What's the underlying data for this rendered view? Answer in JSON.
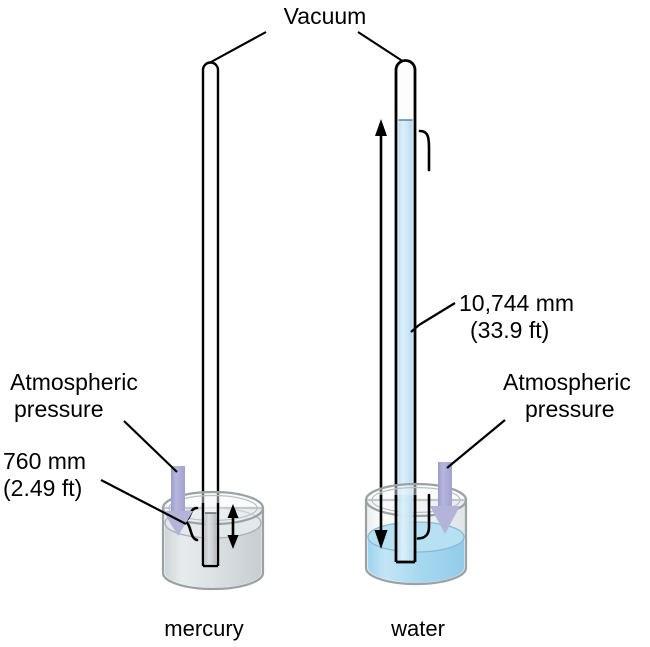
{
  "title_label": "Vacuum",
  "labels": {
    "vacuum": "Vacuum",
    "atm_left_line1": "Atmospheric",
    "atm_left_line2": "pressure",
    "atm_right_line1": "Atmospheric",
    "atm_right_line2": "pressure",
    "mercury_height_mm": "760 mm",
    "mercury_height_ft": "(2.49 ft)",
    "water_height_mm": "10,744 mm",
    "water_height_ft": "(33.9 ft)",
    "caption_left": "mercury",
    "caption_right": "water"
  },
  "icons": {
    "vacuum_leader_left": "leader-line-icon",
    "vacuum_leader_right": "leader-line-icon",
    "mercury_double_arrow": "double-headed-arrow-icon",
    "water_up_arrow": "up-arrow-icon",
    "water_down_arrow": "down-arrow-icon",
    "atm_arrow_left": "down-pressure-arrow-icon",
    "atm_arrow_right": "down-pressure-arrow-icon",
    "brace_mercury": "curly-brace-icon",
    "brace_water": "curly-brace-icon"
  },
  "colors": {
    "background": "#ffffff",
    "stroke": "#000000",
    "water_fill": "#a8d8ef",
    "water_tube_fill": "#cfe7f5",
    "mercury_fill": "#d8dde0",
    "mercury_tube_fill": "#c9cfd3",
    "beaker_glass": "#f0f3f4",
    "beaker_outline": "#9aa2a6",
    "pressure_arrow": "#a9a9d4",
    "pressure_arrow_head": "#b8b8de"
  },
  "measurements": {
    "mercury_column_mm": 760,
    "mercury_column_ft": 2.49,
    "water_column_mm": 10744,
    "water_column_ft": 33.9
  }
}
